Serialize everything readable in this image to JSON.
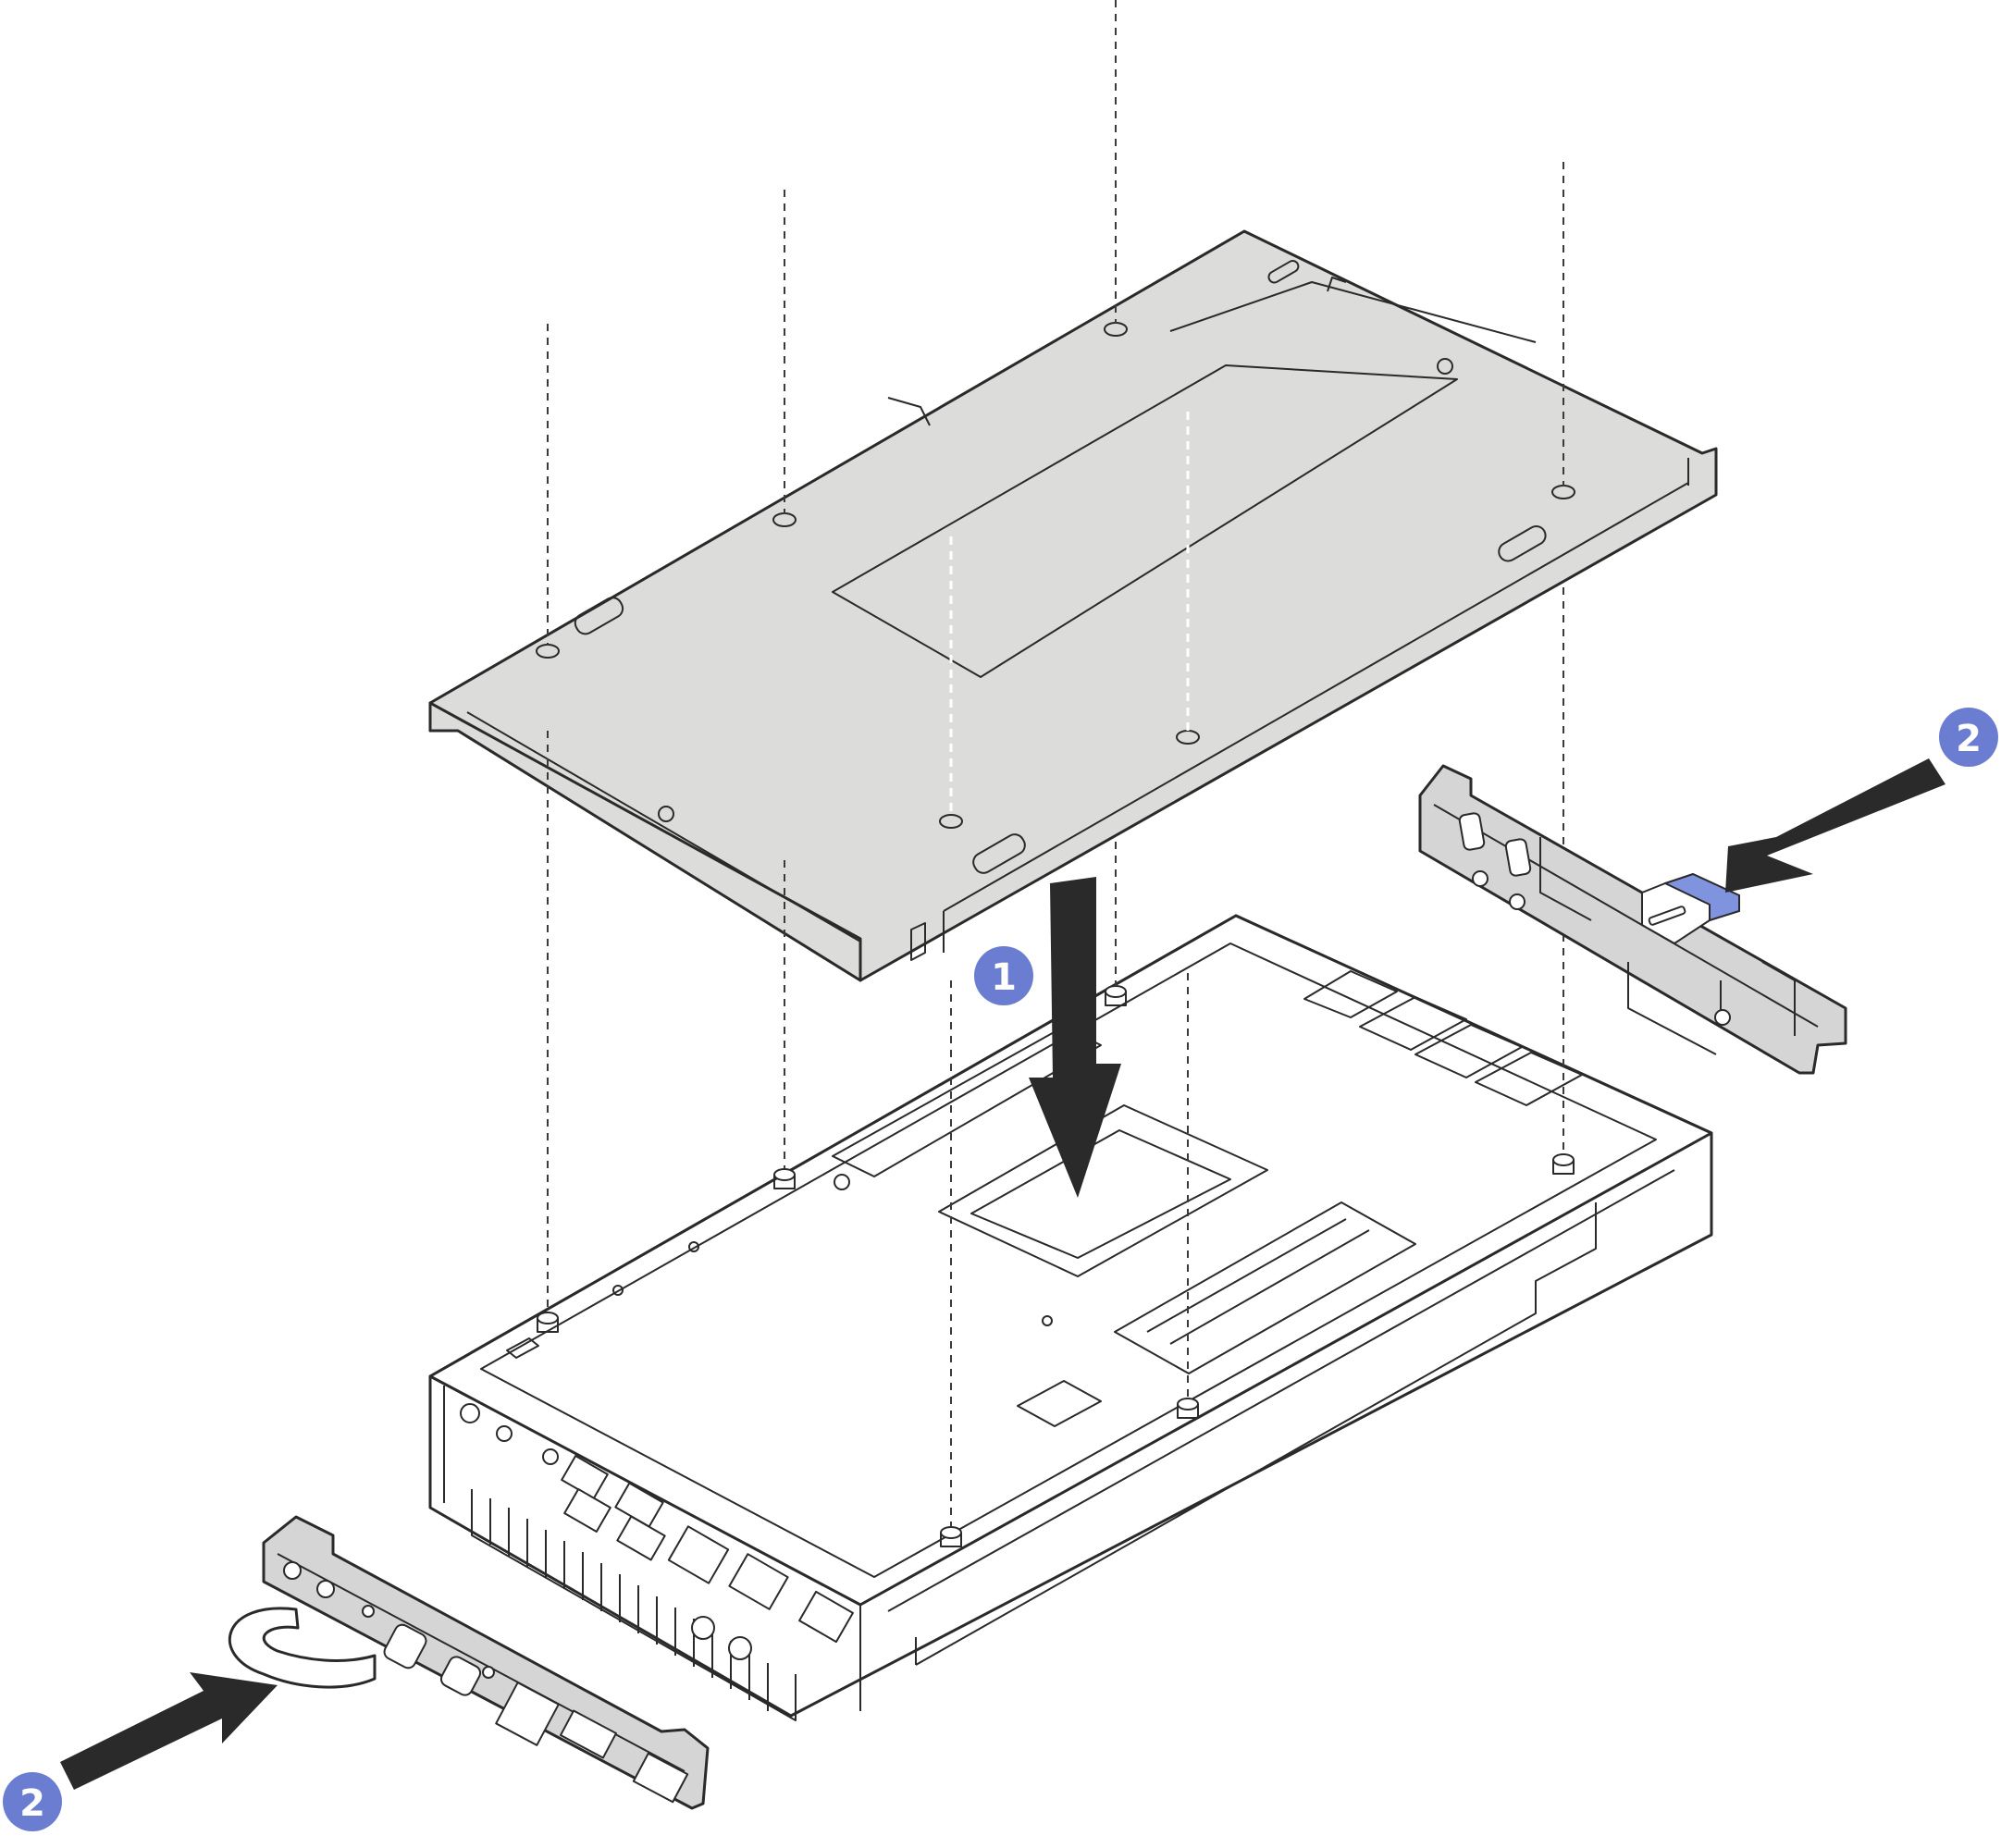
{
  "figure": {
    "colors": {
      "callout_badge": "#6b7dd0",
      "arrow": "#2b2a2a",
      "cover_fill": "#dcdcdb",
      "bracket_fill": "#d5d5d5",
      "tab_highlight": "#7f93df",
      "line": "#2b2a2a",
      "background": "#ffffff"
    },
    "callouts": [
      {
        "label": "1"
      },
      {
        "label": "2"
      },
      {
        "label": "2"
      }
    ],
    "parts": [
      {
        "name": "top-cover"
      },
      {
        "name": "rear-io-bracket"
      },
      {
        "name": "front-io-bracket"
      },
      {
        "name": "chassis-base"
      }
    ]
  }
}
